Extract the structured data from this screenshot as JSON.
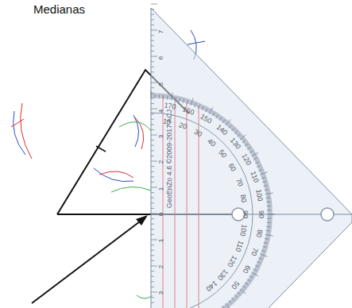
{
  "diagram": {
    "title": "Medianas",
    "labels": [
      "7",
      "6",
      "5",
      "4",
      "3",
      "2",
      "1",
      "0",
      "1",
      "2",
      "3",
      "170",
      "160",
      "150",
      "140",
      "130",
      "120",
      "110",
      "100",
      "90",
      "80",
      "70",
      "60",
      "50",
      "10",
      "20",
      "30",
      "40",
      "50",
      "60",
      "70",
      "80",
      "90",
      "100",
      "110",
      "120",
      "130",
      "140",
      "GeoEnZo 4.6 ©2009-2017 ACJ"
    ]
  }
}
